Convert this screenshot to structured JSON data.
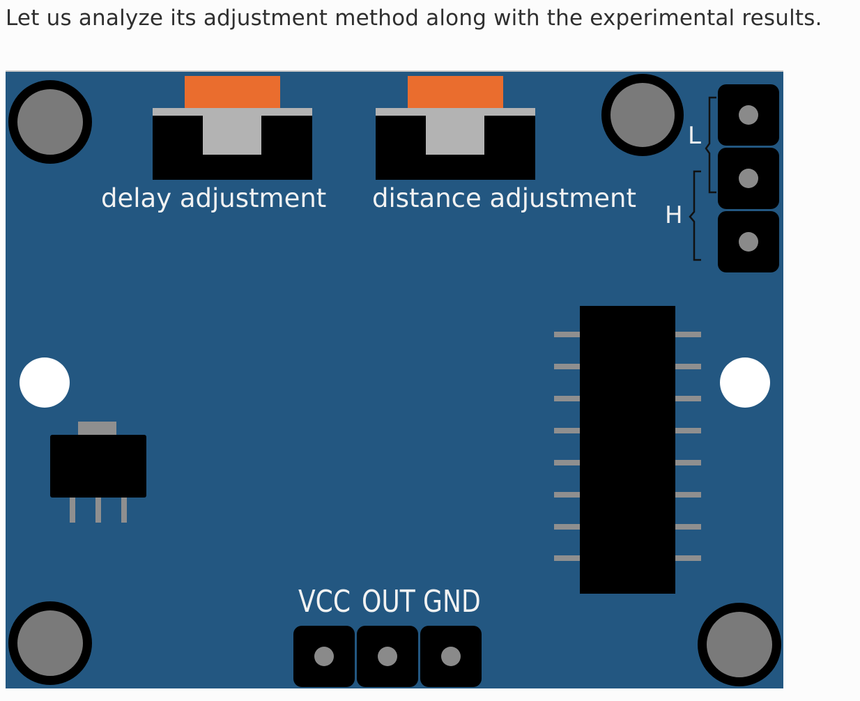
{
  "intro_text": "Let us analyze its adjustment method along with the experimental results.",
  "board": {
    "pot_left_label": "delay adjustment",
    "pot_right_label": "distance adjustment",
    "jumper_labels": {
      "low": "L",
      "high": "H"
    },
    "pin_labels": [
      "VCC",
      "OUT",
      "GND"
    ],
    "colors": {
      "pcb": "#235781",
      "potentiometer_cap": "#ea6d2e",
      "component_body": "#000000",
      "pin_metal": "#8f8f8f"
    }
  }
}
